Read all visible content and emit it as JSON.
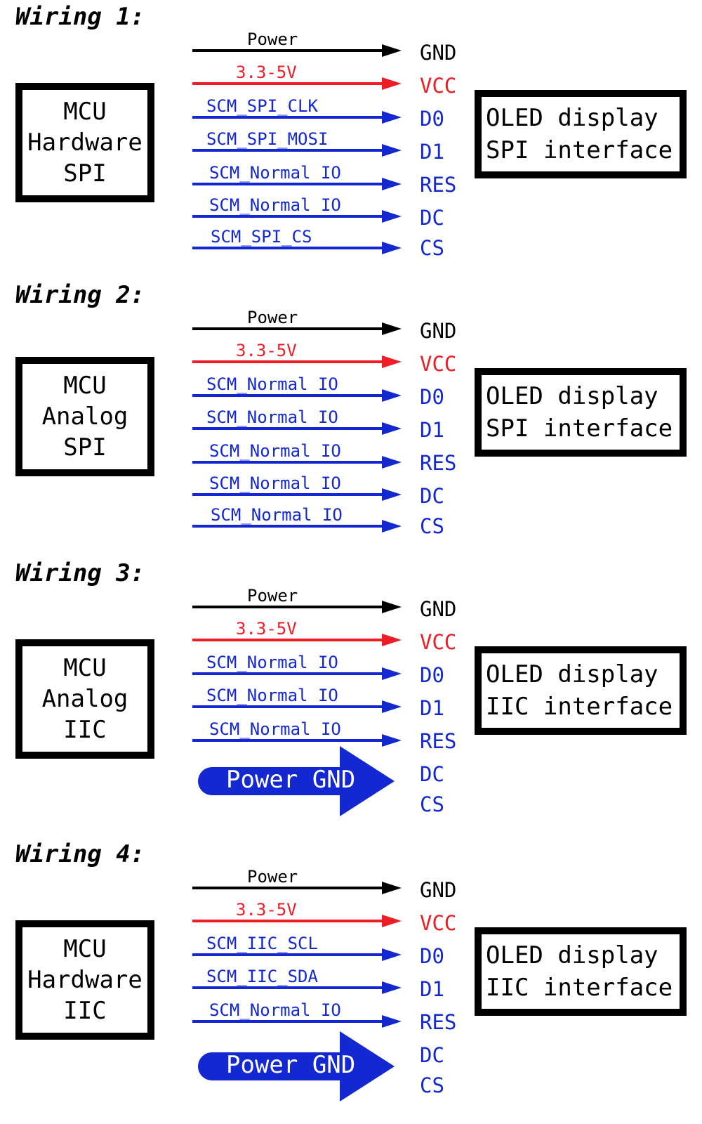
{
  "colors": {
    "black": "#000000",
    "red": "#ee1c24",
    "blue": "#1428d2"
  },
  "wirings": [
    {
      "title": "Wiring 1:",
      "mcu": [
        "MCU",
        "Hardware",
        "SPI"
      ],
      "oled": [
        "OLED display",
        "SPI interface"
      ],
      "wires": [
        {
          "label": "Power",
          "color": "black"
        },
        {
          "label": "3.3-5V",
          "color": "red"
        },
        {
          "label": "SCM_SPI_CLK",
          "color": "blue"
        },
        {
          "label": "SCM_SPI_MOSI",
          "color": "blue"
        },
        {
          "label": "SCM_Normal IO",
          "color": "blue"
        },
        {
          "label": "SCM_Normal IO",
          "color": "blue"
        },
        {
          "label": "SCM_SPI_CS",
          "color": "blue"
        }
      ],
      "pins": [
        {
          "label": "GND",
          "color": "black"
        },
        {
          "label": "VCC",
          "color": "red"
        },
        {
          "label": "D0",
          "color": "blue"
        },
        {
          "label": "D1",
          "color": "blue"
        },
        {
          "label": "RES",
          "color": "blue"
        },
        {
          "label": "DC",
          "color": "blue"
        },
        {
          "label": "CS",
          "color": "blue"
        }
      ]
    },
    {
      "title": "Wiring 2:",
      "mcu": [
        "MCU",
        "Analog",
        "SPI"
      ],
      "oled": [
        "OLED display",
        "SPI interface"
      ],
      "wires": [
        {
          "label": "Power",
          "color": "black"
        },
        {
          "label": "3.3-5V",
          "color": "red"
        },
        {
          "label": "SCM_Normal IO",
          "color": "blue"
        },
        {
          "label": "SCM_Normal IO",
          "color": "blue"
        },
        {
          "label": "SCM_Normal IO",
          "color": "blue"
        },
        {
          "label": "SCM_Normal IO",
          "color": "blue"
        },
        {
          "label": "SCM_Normal IO",
          "color": "blue"
        }
      ],
      "pins": [
        {
          "label": "GND",
          "color": "black"
        },
        {
          "label": "VCC",
          "color": "red"
        },
        {
          "label": "D0",
          "color": "blue"
        },
        {
          "label": "D1",
          "color": "blue"
        },
        {
          "label": "RES",
          "color": "blue"
        },
        {
          "label": "DC",
          "color": "blue"
        },
        {
          "label": "CS",
          "color": "blue"
        }
      ]
    },
    {
      "title": "Wiring 3:",
      "mcu": [
        "MCU",
        "Analog",
        "IIC"
      ],
      "oled": [
        "OLED display",
        "IIC interface"
      ],
      "wires": [
        {
          "label": "Power",
          "color": "black"
        },
        {
          "label": "3.3-5V",
          "color": "red"
        },
        {
          "label": "SCM_Normal IO",
          "color": "blue"
        },
        {
          "label": "SCM_Normal IO",
          "color": "blue"
        },
        {
          "label": "SCM_Normal IO",
          "color": "blue"
        }
      ],
      "big_arrow": "Power GND",
      "pins": [
        {
          "label": "GND",
          "color": "black"
        },
        {
          "label": "VCC",
          "color": "red"
        },
        {
          "label": "D0",
          "color": "blue"
        },
        {
          "label": "D1",
          "color": "blue"
        },
        {
          "label": "RES",
          "color": "blue"
        },
        {
          "label": "DC",
          "color": "blue"
        },
        {
          "label": "CS",
          "color": "blue"
        }
      ]
    },
    {
      "title": "Wiring 4:",
      "mcu": [
        "MCU",
        "Hardware",
        "IIC"
      ],
      "oled": [
        "OLED display",
        "IIC interface"
      ],
      "wires": [
        {
          "label": "Power",
          "color": "black"
        },
        {
          "label": "3.3-5V",
          "color": "red"
        },
        {
          "label": "SCM_IIC_SCL",
          "color": "blue"
        },
        {
          "label": "SCM_IIC_SDA",
          "color": "blue"
        },
        {
          "label": "SCM_Normal IO",
          "color": "blue"
        }
      ],
      "big_arrow": "Power GND",
      "pins": [
        {
          "label": "GND",
          "color": "black"
        },
        {
          "label": "VCC",
          "color": "red"
        },
        {
          "label": "D0",
          "color": "blue"
        },
        {
          "label": "D1",
          "color": "blue"
        },
        {
          "label": "RES",
          "color": "blue"
        },
        {
          "label": "DC",
          "color": "blue"
        },
        {
          "label": "CS",
          "color": "blue"
        }
      ]
    }
  ]
}
